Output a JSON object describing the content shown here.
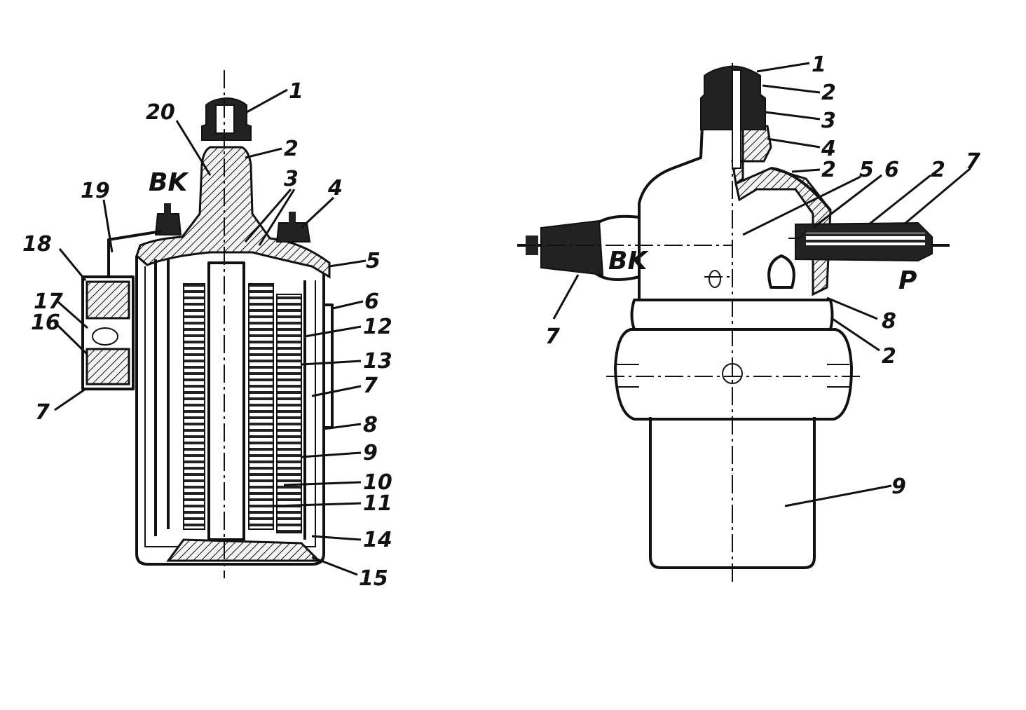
{
  "left_view": {
    "terminal_label": "BK",
    "callouts": [
      "1",
      "2",
      "20",
      "3",
      "4",
      "19",
      "18",
      "5",
      "6",
      "17",
      "16",
      "12",
      "13",
      "7",
      "7",
      "8",
      "9",
      "10",
      "11",
      "14",
      "15"
    ]
  },
  "right_view": {
    "terminal_bk_label": "BK",
    "terminal_p_label": "P",
    "callouts": [
      "1",
      "2",
      "3",
      "4",
      "2",
      "5",
      "6",
      "2",
      "7",
      "7",
      "8",
      "2",
      "9"
    ]
  }
}
